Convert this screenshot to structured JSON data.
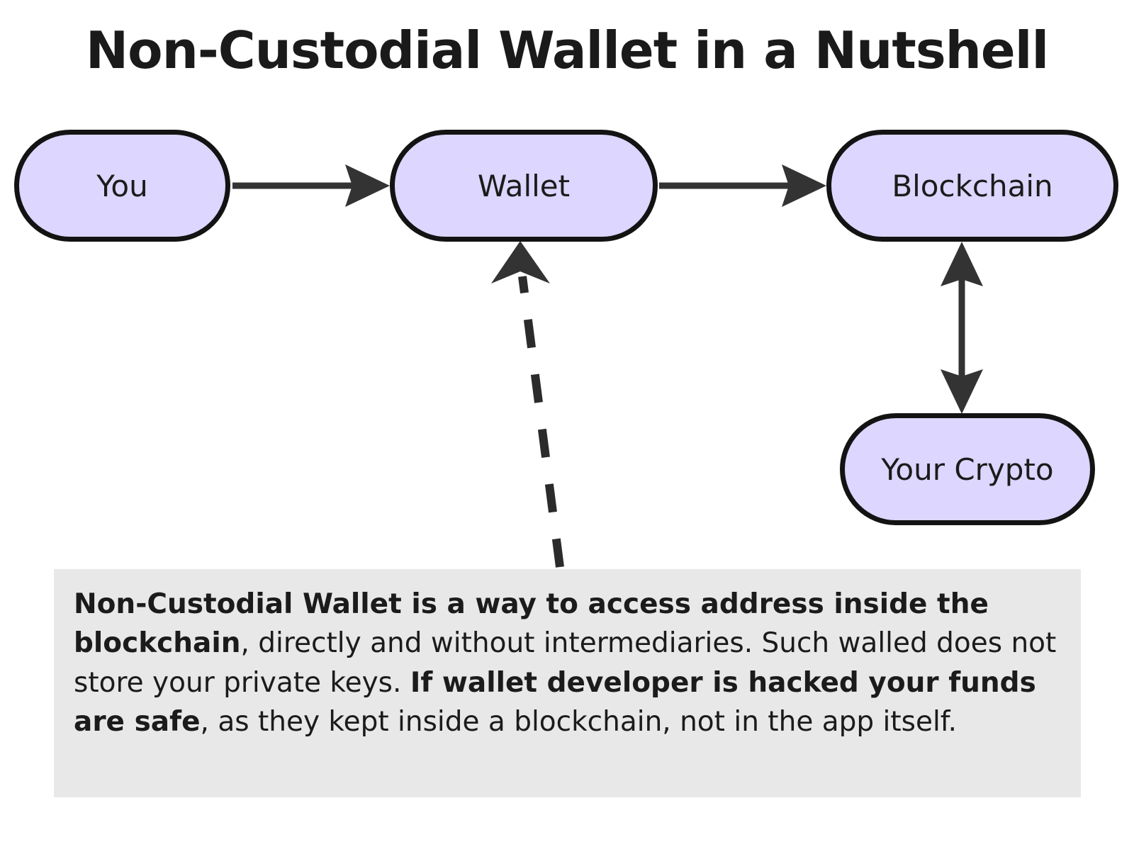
{
  "title": "Non-Custodial Wallet in a Nutshell",
  "colors": {
    "node_fill": "#ddd6fe",
    "node_border": "#131313",
    "arrow": "#333333",
    "callout_background": "#e8e8e8",
    "page_background": "#ffffff",
    "text": "#1b1b1b"
  },
  "nodes": [
    {
      "id": "you",
      "label": "You"
    },
    {
      "id": "wallet",
      "label": "Wallet"
    },
    {
      "id": "blockchain",
      "label": "Blockchain"
    },
    {
      "id": "your_crypto",
      "label": "Your Crypto"
    }
  ],
  "edges": [
    {
      "id": "you-to-wallet",
      "from": "You",
      "to": "Wallet",
      "style": "solid",
      "direction": "forward"
    },
    {
      "id": "wallet-to-blockchain",
      "from": "Wallet",
      "to": "Blockchain",
      "style": "solid",
      "direction": "forward"
    },
    {
      "id": "blockchain-your-crypto",
      "from": "Blockchain",
      "to": "Your Crypto",
      "style": "solid",
      "direction": "bidirectional"
    },
    {
      "id": "note-to-wallet",
      "from": "Definition note",
      "to": "Wallet",
      "style": "dashed",
      "direction": "forward"
    }
  ],
  "callout": {
    "segments": [
      {
        "text": "Non-Custodial Wallet is a way to access address inside the blockchain",
        "bold": true
      },
      {
        "text": ", directly and without intermediaries. Such walled does not store your private keys. ",
        "bold": false
      },
      {
        "text": "If wallet developer is hacked your funds are safe",
        "bold": true
      },
      {
        "text": ", as they kept inside a blockchain, not in the app itself.",
        "bold": false
      }
    ],
    "plain_text": "Non-Custodial Wallet is a way to access address inside the blockchain, directly and without intermediaries. Such walled does not store your private keys. If wallet developer is hacked your funds are safe, as they kept inside a blockchain, not in the app itself."
  }
}
